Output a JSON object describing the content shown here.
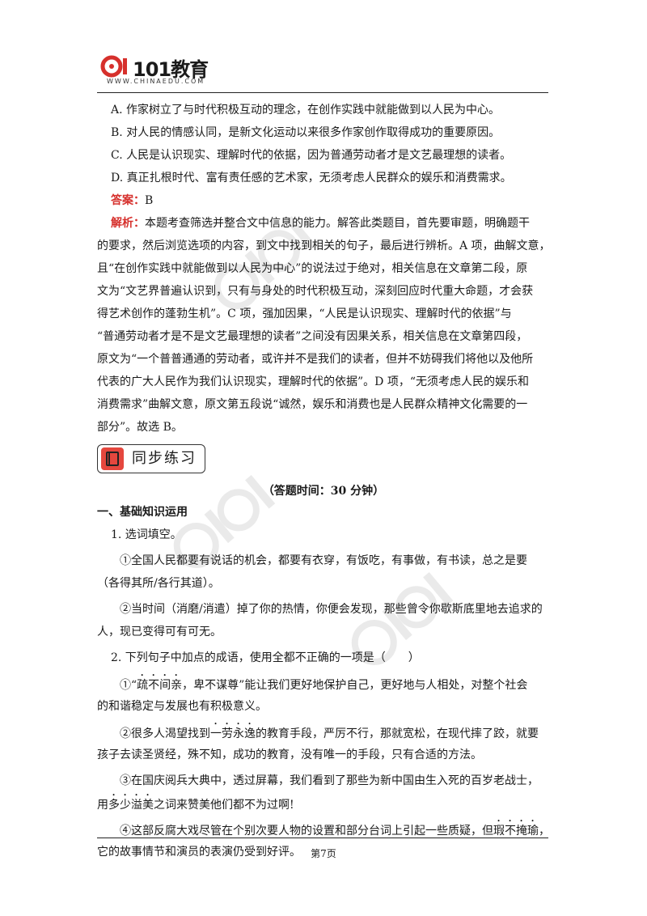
{
  "header": {
    "logo_text": "101教育",
    "logo_url": "WWW.CHINAEDU.COM"
  },
  "options": [
    "A. 作家树立了与时代积极互动的理念，在创作实践中就能做到以人民为中心。",
    "B. 对人民的情感认同，是新文化运动以来很多作家创作取得成功的重要原因。",
    "C. 人民是认识现实、理解时代的依据，因为普通劳动者才是文艺最理想的读者。",
    "D. 真正扎根时代、富有责任感的艺术家，无须考虑人民群众的娱乐和消费需求。"
  ],
  "answer": {
    "label": "答案：",
    "value": "B"
  },
  "analysis": {
    "label": "解析：",
    "first_line": "本题考查筛选并整合文中信息的能力。解答此类题目，首先要审题，明确题干",
    "lines": [
      "的要求，然后浏览选项的内容，到文中找到相关的句子，最后进行辨析。A 项，曲解文意，",
      "且“在创作实践中就能做到以人民为中心”的说法过于绝对，相关信息在文章第二段，原",
      "文为“文艺界普遍认识到，只有与身处的时代积极互动，深刻回应时代重大命题，才会获",
      "得艺术创作的蓬勃生机”。C 项，强加因果，“人民是认识现实、理解时代的依据”与",
      "“普通劳动者才是不是文艺最理想的读者”之间没有因果关系，相关信息在文章第四段，",
      "原文为“一个普普通通的劳动者，或许并不是我们的读者，但并不妨碍我们将他以及他所",
      "代表的广大人民作为我们认识现实，理解时代的依据”。D 项，“无须考虑人民的娱乐和",
      "消费需求”曲解文意，原文第五段说“诚然，娱乐和消费也是人民群众精神文化需要的一",
      "部分”。故选 B。"
    ]
  },
  "section": {
    "title": "同步练习"
  },
  "answer_time": "（答题时间：30 分钟）",
  "part_title": "一、基础知识运用",
  "q1": {
    "stem": "1. 选词填空。",
    "item1_a": "①全国人民都要有说话的机会，都要有衣穿，有饭吃，有事做，有书读，总之是要",
    "item1_b": "（各得其所/各行其道）。",
    "item2_a": "②当时间（消磨/消遣）掉了你的热情，你便会发现，那些曾令你歇斯底里地去追求的",
    "item2_b": "人，现已变得可有可无。"
  },
  "q2": {
    "stem": "2. 下列句子中加点的成语，使用全都不正确的一项是（　　）",
    "s1_pre": "①“",
    "s1_idiom": "疏不间亲",
    "s1_post": "，卑不谋尊”能让我们更好地保护自己，更好地与人相处，对整个社会",
    "s1_line2": "的和谐稳定与发展也有积极意义。",
    "s2_pre": "②很多人渴望找到",
    "s2_idiom": "一劳永逸",
    "s2_post": "的教育手段，严厉不行，那就宽松，在现代摔了跤，就要",
    "s2_line2": "孩子去读圣贤经，殊不知，成功的教育，没有唯一的手段，只有合适的方法。",
    "s3_line1": "③在国庆阅兵大典中，透过屏幕，我们看到了那些为新中国由生入死的百岁老战士，",
    "s3_pre": "用",
    "s3_idiom": "多少溢美",
    "s3_post": "之词来赞美他们都不为过啊!",
    "s4_pre": "④这部反腐大戏尽管在个别次要人物的设置和部分台词上引起一些质疑，但",
    "s4_idiom": "瑕不掩瑜",
    "s4_post": "，",
    "s4_line2": "它的故事情节和演员的表演仍受到好评。"
  },
  "footer": {
    "page": "第7页"
  },
  "colors": {
    "accent": "#d6302c",
    "icon": "#e5473e"
  }
}
